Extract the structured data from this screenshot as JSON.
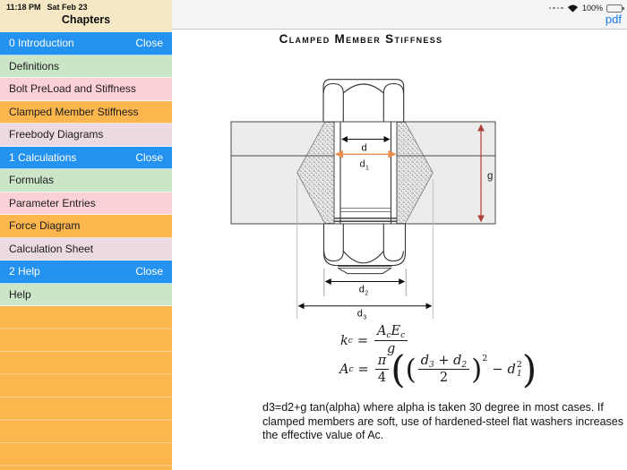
{
  "status_bar": {
    "time": "11:18 PM",
    "date": "Sat Feb 23",
    "battery_pct": "100%"
  },
  "navbar": {
    "pdf_label": "pdf"
  },
  "sidebar": {
    "title": "Chapters",
    "close_label": "Close",
    "items": [
      {
        "label": "0 Introduction",
        "section": true
      },
      {
        "label": "Definitions"
      },
      {
        "label": "Bolt PreLoad and Stiffness"
      },
      {
        "label": "Clamped Member Stiffness"
      },
      {
        "label": "Freebody Diagrams"
      },
      {
        "label": "1 Calculations",
        "section": true
      },
      {
        "label": "Formulas"
      },
      {
        "label": "Parameter Entries"
      },
      {
        "label": "Force Diagram"
      },
      {
        "label": "Calculation Sheet"
      },
      {
        "label": "2 Help",
        "section": true
      },
      {
        "label": "Help"
      }
    ]
  },
  "colors": {
    "section_blue": "#2492f0",
    "row_green": "#cbe5c7",
    "row_pink": "#fbd1d5",
    "row_orange": "#fcb64e",
    "row_lavender": "#ebdae1",
    "sidebar_header_cream": "#f6e8c5",
    "link_blue": "#1978ee",
    "dim_arrow_orange": "#ef8e4c",
    "dim_arrow_red": "#b04038"
  },
  "content": {
    "title": "Clamped Member Stiffness",
    "diagram": {
      "d": "d",
      "d1_base": "d",
      "d1_sub": "1",
      "d2_base": "d",
      "d2_sub": "2",
      "d3_base": "d",
      "d3_sub": "3",
      "g": "g"
    },
    "math": {
      "kc": {
        "k": "k",
        "k_sub": "c",
        "eq": "=",
        "A": "A",
        "A_sub": "c",
        "E": "E",
        "E_sub": "c",
        "den": "g"
      },
      "ac": {
        "A": "A",
        "A_sub": "c",
        "eq": "=",
        "pi": "π",
        "four": "4",
        "lp1": "(",
        "lp2": "(",
        "d3": "d",
        "s3": "3",
        "plus": "+",
        "d2": "d",
        "s2": "2",
        "den": "2",
        "rp2": ")",
        "sq": "2",
        "minus": "−",
        "d1": "d",
        "d1_sup": "2",
        "d1_sub": "1",
        "rp1": ")"
      }
    },
    "note_lines": [
      "d3=d2+g tan(alpha) where alpha is taken 30 degree in most cases. If",
      "clamped members are soft, use of hardened-steel flat washers increases",
      "the effective value of Ac."
    ]
  }
}
